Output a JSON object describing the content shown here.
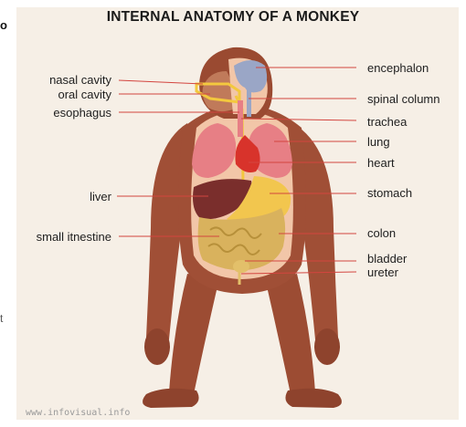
{
  "title": "INTERNAL ANATOMY OF A MONKEY",
  "labels_left": {
    "nasal_cavity": "nasal cavity",
    "oral_cavity": "oral cavity",
    "esophagus": "esophagus",
    "liver": "liver",
    "small_intestine": "small itnestine"
  },
  "labels_right": {
    "encephalon": "encephalon",
    "spinal_column": "spinal column",
    "trachea": "trachea",
    "lung": "lung",
    "heart": "heart",
    "stomach": "stomach",
    "colon": "colon",
    "bladder": "bladder",
    "ureter": "ureter"
  },
  "credit": "www.infovisual.info",
  "colors": {
    "fur": "#a04f36",
    "skin": "#f2c6a8",
    "lung": "#e77f85",
    "heart": "#d8332b",
    "liver": "#7a2e2c",
    "stomach": "#f2c64e",
    "intestine": "#d9b25d",
    "brain": "#9aa6c6",
    "leader_line": "#d3453f"
  }
}
